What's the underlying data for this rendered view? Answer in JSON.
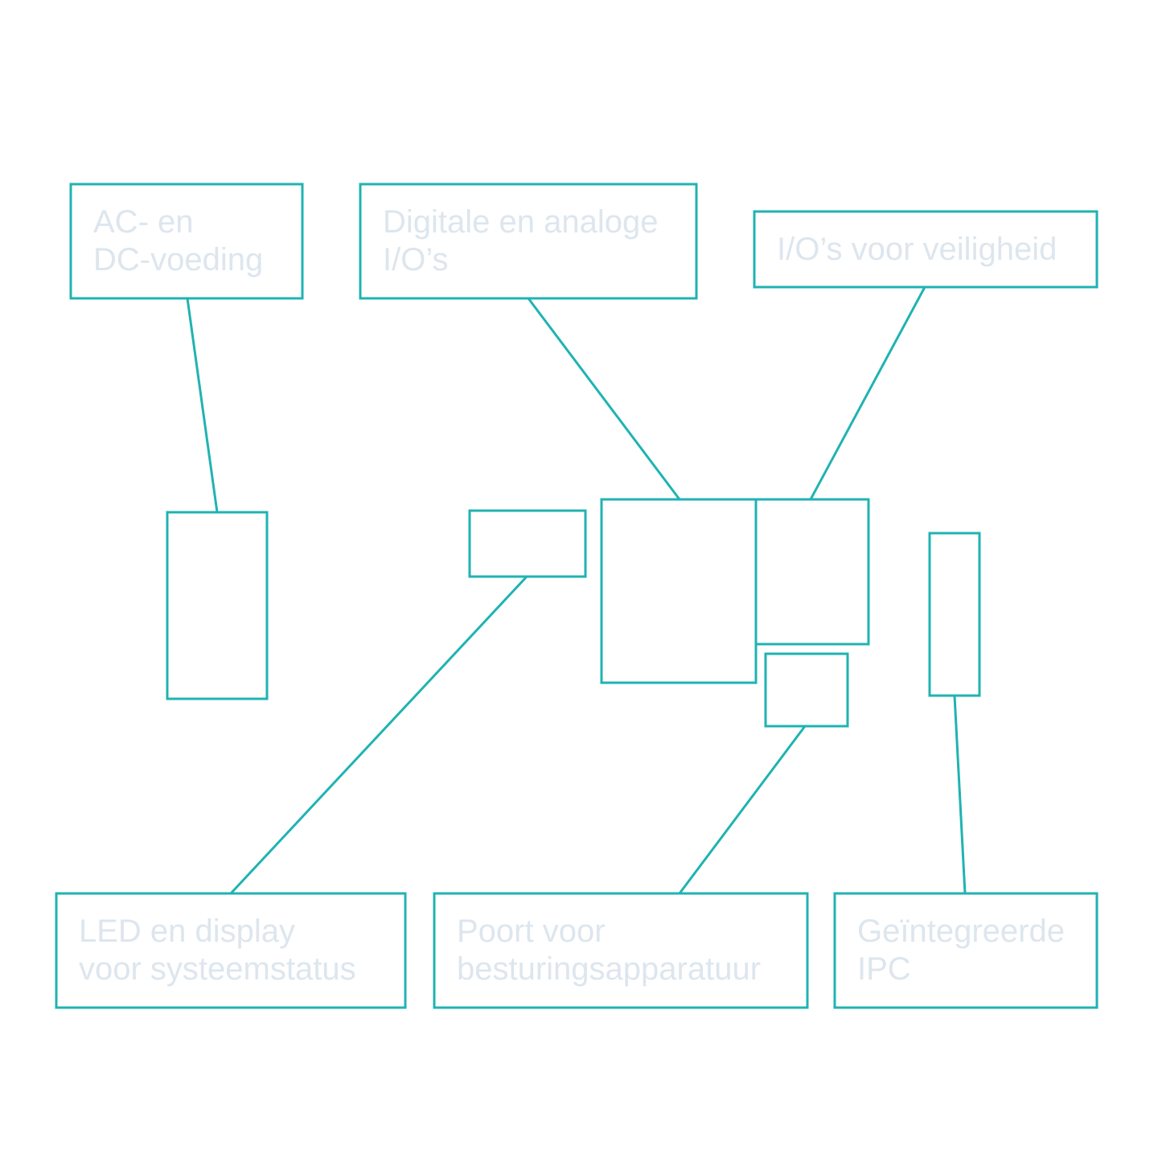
{
  "colors": {
    "stroke": "#1fb3b2",
    "label_text": "#dde6ee",
    "background": "#ffffff"
  },
  "labels": {
    "ac_dc_power": [
      "AC- en",
      "DC-voeding"
    ],
    "digital_analog_io": [
      "Digitale en analoge",
      "I/O’s"
    ],
    "safety_io": [
      "I/O’s voor veiligheid"
    ],
    "led_display_status": [
      "LED en display",
      "voor systeemstatus"
    ],
    "control_equipment_port": [
      "Poort voor",
      "besturingsapparatuur"
    ],
    "integrated_ipc": [
      "Geïntegreerde",
      "IPC"
    ]
  }
}
